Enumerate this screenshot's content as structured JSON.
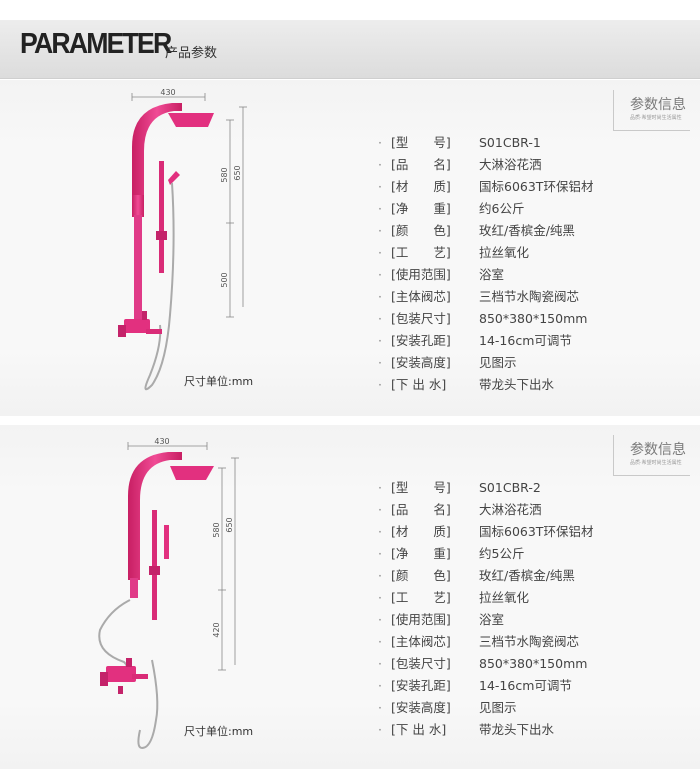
{
  "header": {
    "title": "PARAMETER",
    "subtitle": "产品参数"
  },
  "stamp": {
    "main": "参数信息",
    "small": "品质·希望时尚生活属性"
  },
  "products": [
    {
      "dims": {
        "width": "430",
        "total": "650",
        "upper": "580",
        "lower": "500"
      },
      "unit_label": "尺寸单位:mm",
      "specs": [
        {
          "label": "[型　　号]",
          "value": "S01CBR-1"
        },
        {
          "label": "[品　　名]",
          "value": "大淋浴花洒"
        },
        {
          "label": "[材　　质]",
          "value": "国标6063T环保铝材"
        },
        {
          "label": "[净　　重]",
          "value": "约6公斤"
        },
        {
          "label": "[颜　　色]",
          "value": "玫红/香槟金/纯黑"
        },
        {
          "label": "[工　　艺]",
          "value": "拉丝氧化"
        },
        {
          "label": "[使用范围]",
          "value": "浴室"
        },
        {
          "label": "[主体阀芯]",
          "value": "三档节水陶瓷阀芯"
        },
        {
          "label": "[包装尺寸]",
          "value": "850*380*150mm"
        },
        {
          "label": "[安装孔距]",
          "value": "14-16cm可调节"
        },
        {
          "label": "[安装高度]",
          "value": "见图示"
        },
        {
          "label": "[下 出 水]",
          "value": "带龙头下出水"
        }
      ]
    },
    {
      "dims": {
        "width": "430",
        "total": "650",
        "upper": "580",
        "lower": "420"
      },
      "unit_label": "尺寸单位:mm",
      "specs": [
        {
          "label": "[型　　号]",
          "value": "S01CBR-2"
        },
        {
          "label": "[品　　名]",
          "value": "大淋浴花洒"
        },
        {
          "label": "[材　　质]",
          "value": "国标6063T环保铝材"
        },
        {
          "label": "[净　　重]",
          "value": "约5公斤"
        },
        {
          "label": "[颜　　色]",
          "value": "玫红/香槟金/纯黑"
        },
        {
          "label": "[工　　艺]",
          "value": "拉丝氧化"
        },
        {
          "label": "[使用范围]",
          "value": "浴室"
        },
        {
          "label": "[主体阀芯]",
          "value": "三档节水陶瓷阀芯"
        },
        {
          "label": "[包装尺寸]",
          "value": "850*380*150mm"
        },
        {
          "label": "[安装孔距]",
          "value": "14-16cm可调节"
        },
        {
          "label": "[安装高度]",
          "value": "见图示"
        },
        {
          "label": "[下 出 水]",
          "value": "带龙头下出水"
        }
      ]
    }
  ],
  "colors": {
    "product": "#e0307a",
    "product_dark": "#b81f5e",
    "header_bg": "#e3e3e3"
  }
}
